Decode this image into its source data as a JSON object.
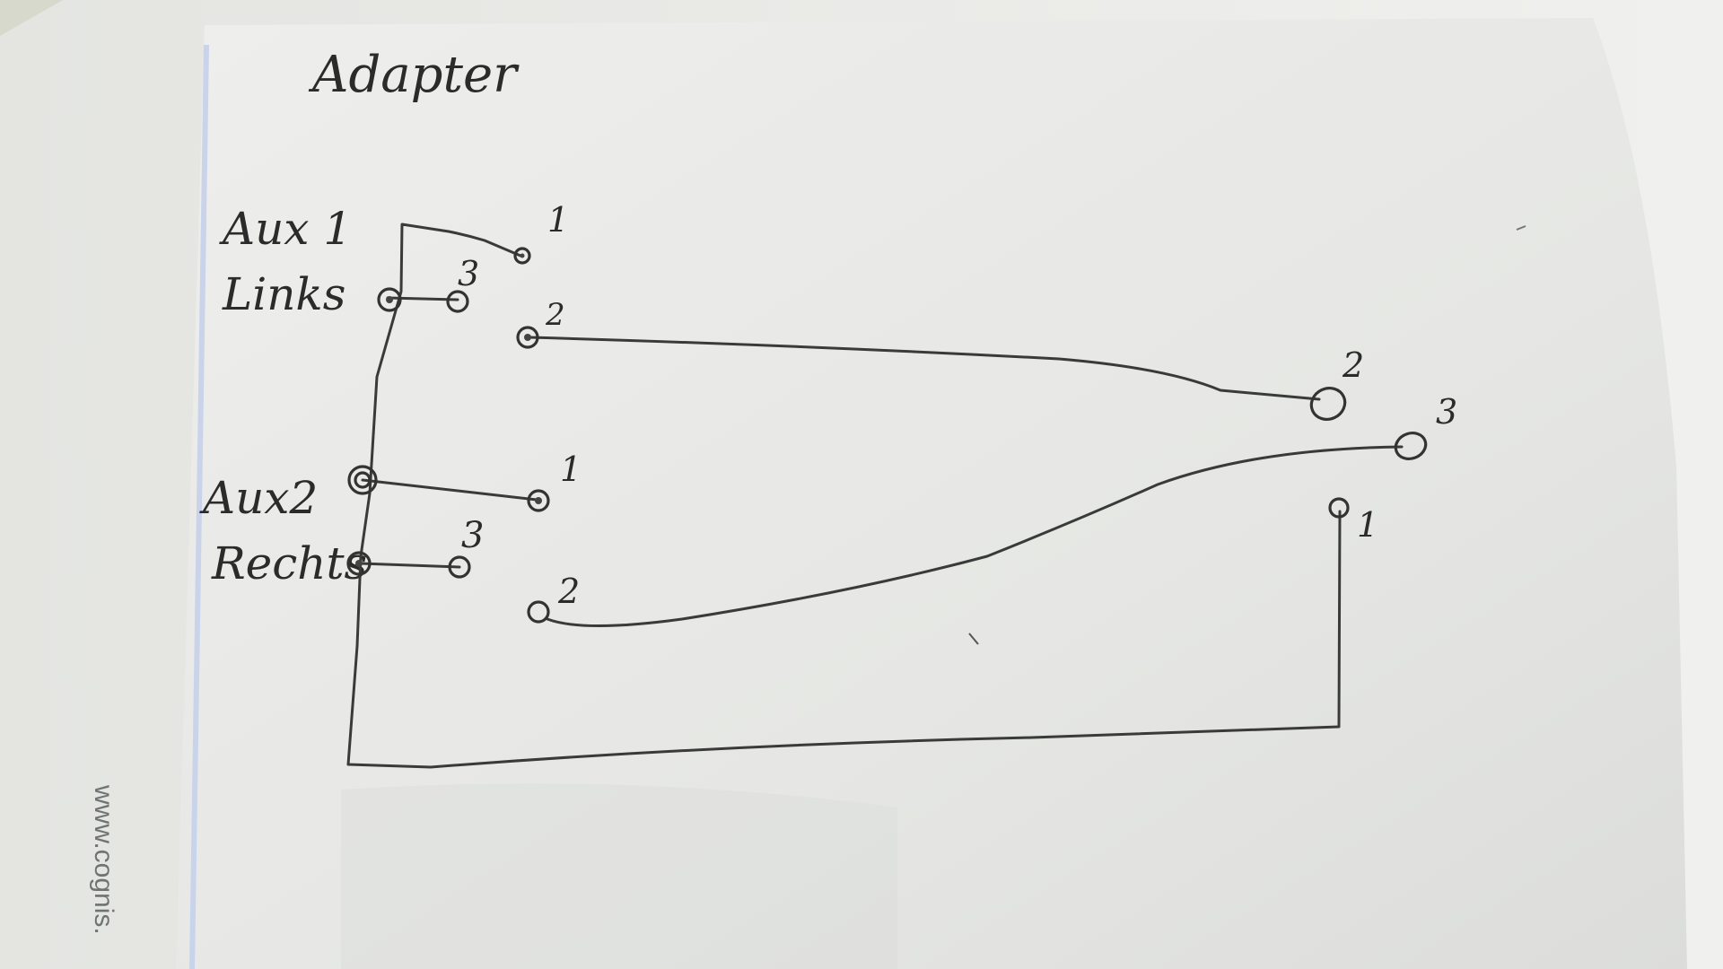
{
  "title": "Adapter",
  "left_labels": {
    "aux1": "Aux 1",
    "links": "Links",
    "aux2": "Aux2",
    "rechts": "Rechts"
  },
  "pin_labels": {
    "aux1_pin1": "1",
    "aux1_pin2": "2",
    "aux1_pin3": "3",
    "aux2_pin1": "1",
    "aux2_pin2": "2",
    "aux2_pin3": "3",
    "right_pin1": "1",
    "right_pin2": "2",
    "right_pin3": "3"
  },
  "margin_text": "www.cognis.",
  "colors": {
    "paper": "#ececea",
    "ink": "#333333",
    "background": "#d9dbcf",
    "margin_line": "#c9d3ea"
  }
}
